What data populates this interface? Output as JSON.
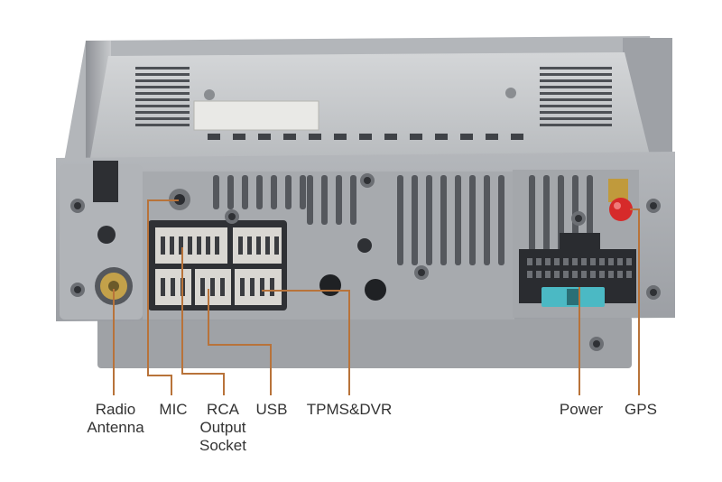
{
  "colors": {
    "leader_line": "#b8733a",
    "label_text": "#333333",
    "chassis": "#a9acb0",
    "chassis_dark": "#5e6166",
    "top_cover": "#c5c8cb",
    "connector": "#d9d7d2",
    "fuse": "#4bb9c4",
    "gps_connector": "#d62a2a"
  },
  "icons": {
    "mic": "mic-jack-icon",
    "antenna": "antenna-socket-icon",
    "gps": "gps-connector-icon",
    "fuse": "fuse-icon"
  },
  "callouts": [
    {
      "id": "radio-antenna",
      "lines": [
        "Radio",
        "Antenna"
      ]
    },
    {
      "id": "mic",
      "lines": [
        "MIC"
      ]
    },
    {
      "id": "rca",
      "lines": [
        "RCA",
        "Output",
        "Socket"
      ]
    },
    {
      "id": "usb",
      "lines": [
        "USB"
      ]
    },
    {
      "id": "tpms-dvr",
      "lines": [
        "TPMS&DVR"
      ]
    },
    {
      "id": "power",
      "lines": [
        "Power"
      ]
    },
    {
      "id": "gps",
      "lines": [
        "GPS"
      ]
    }
  ]
}
